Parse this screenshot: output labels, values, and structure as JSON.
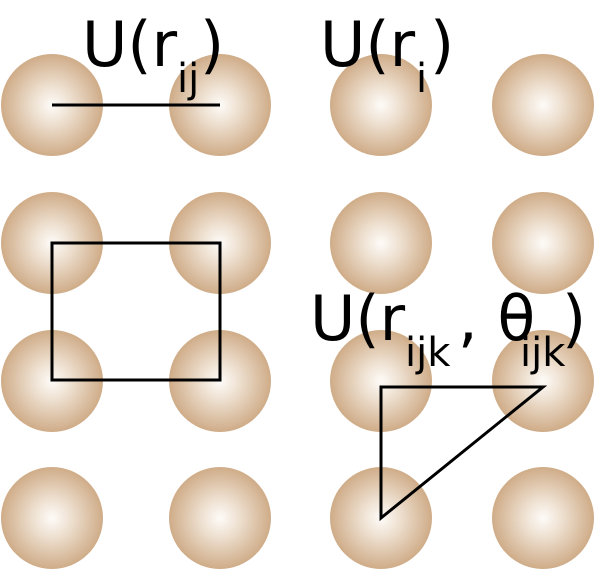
{
  "colors": {
    "background": "#ffffff",
    "atom_center": "#fdfbf8",
    "atom_edge": "#cfac88",
    "line": "#000000"
  },
  "lattice": {
    "rows": 4,
    "columns": 4,
    "atom": "sphere"
  },
  "labels": {
    "pair": {
      "prefix": "U(r",
      "subscript": "ij",
      "suffix": ")"
    },
    "single": {
      "prefix": "U(r",
      "subscript": "i",
      "suffix": ")"
    },
    "triplet": {
      "prefix": "U(r",
      "subscript1": "ijk",
      "middle": ", θ",
      "subscript2": "ijk",
      "suffix": ")"
    }
  },
  "shapes": {
    "pair_line": "segment joining two neighbouring atoms",
    "square": "square through four atoms",
    "triangle": "triangle through three atoms"
  }
}
